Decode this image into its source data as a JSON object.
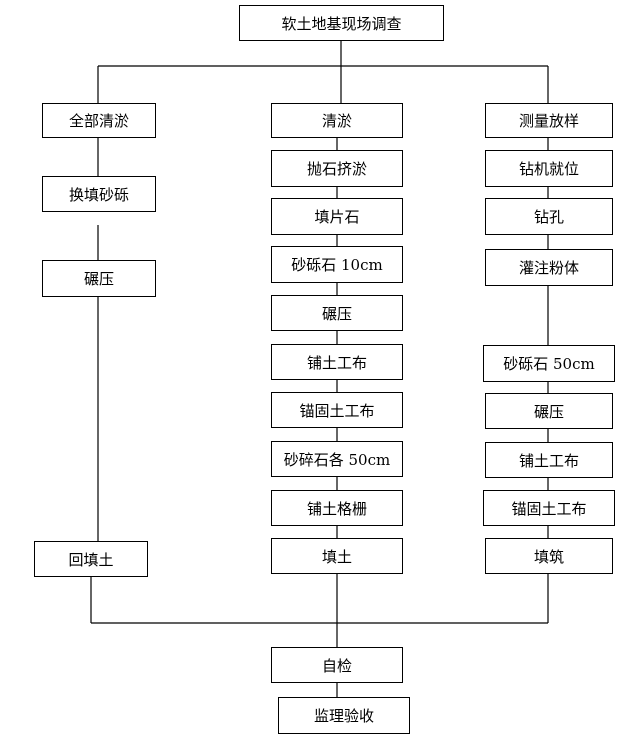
{
  "title": "软土地基现场调查",
  "left_branch": [
    "全部清淤",
    "换填砂砾",
    "碾压",
    "回填土"
  ],
  "middle_branch": [
    "清淤",
    "抛石挤淤",
    "填片石",
    "砂砾石 10cm",
    "碾压",
    "铺土工布",
    "锚固土工布",
    "砂碎石各 50cm",
    "铺土格栅",
    "填土"
  ],
  "right_branch": [
    "测量放样",
    "钻机就位",
    "钻孔",
    "灌注粉体",
    "砂砾石 50cm",
    "碾压",
    "铺土工布",
    "锚固土工布",
    "填筑"
  ],
  "bottom": [
    "自检",
    "监理验收"
  ]
}
